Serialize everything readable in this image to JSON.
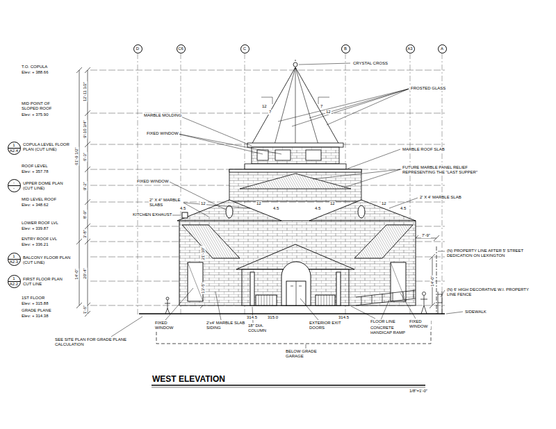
{
  "diagram": {
    "title": "WEST ELEVATION",
    "nodes": [
      {
        "text": [
          "D"
        ]
      },
      {
        "text": [
          "C6"
        ]
      },
      {
        "text": [
          "C"
        ]
      },
      {
        "text": [
          "B"
        ]
      },
      {
        "text": [
          "A3"
        ]
      },
      {
        "text": [
          "A"
        ]
      },
      {
        "text": [
          "1",
          "A2.4"
        ]
      },
      {
        "text": [
          "-",
          "-"
        ]
      },
      {
        "text": [
          "1",
          "A2.3"
        ]
      },
      {
        "text": [
          "1",
          "A2.2"
        ]
      }
    ],
    "labels": [
      "T.O. COPULA",
      "Elev: + 388.66",
      "MID POINT OF SLOPED ROOF",
      "Elev: + 375.90",
      "COPULA LEVEL FLOOR PLAN (CUT LINE)",
      "ROOF LEVEL",
      "Elev: + 357.78",
      "UPPER DOME PLAN (CUT LINE)",
      "MID LEVEL ROOF",
      "Elev: + 348.62",
      "LOWER ROOF LVL",
      "Elev: + 339.87",
      "ENTRY ROOF LVL",
      "Elev: + 336.21",
      "BALCONY FLOOR PLAN (CUT LINE)",
      "FIRST FLOOR PLAN CUT LINE",
      "1ST FLOOR",
      "Elev: + 315.88",
      "GRADE PLANE",
      "Elev: + 314.38",
      "12'-11 1/2\"",
      "9'-10 3/4\"",
      "6'-3\"",
      "9'-2\"",
      "8'-9\"",
      "3'-8\"",
      "20'-4\"",
      "1'-6\"",
      "61'-9 1/2\"",
      "14'-0\"",
      "CRYSTAL CROSS",
      "FROSTED GLASS",
      "12",
      "7",
      "7",
      "12",
      "MARBLE MOLDING",
      "FIXED WINDOW",
      "MARBLE ROOF SLAB",
      "FUTURE MARBLE PANEL RELIEF REPRESENTING THE \"LAST SUPPER\"",
      "FIXED WINDOW",
      "2\" X 4\" MARBLE SLABS",
      "KITCHEN EXHAUST",
      "2' X 4' MARBLE SLAB",
      "4.5",
      "12",
      "12",
      "4.5",
      "12",
      "4.5",
      "12",
      "4.5",
      "7'-9\"",
      "(N) PROPERTY LINE AFTER 5' STREET DEDICATION ON LEXINGTON",
      "21'-10\"",
      "13'-5\"",
      "14'-0\"",
      "(N) 6' HIGH DECORATIVE W.I. PROPERTY LINE FENCE",
      "SIDEWALK",
      "FIXED WINDOW",
      "2'x4' MARBLE SLAB SIDING",
      "18\" DIA. COLUMN",
      "314.5",
      "315.0",
      "EXTERIOR EXIT DOORS",
      "314.5",
      "FLOOR LINE",
      "CONCRETE HANDICAP RAMP",
      "FIXED WINDOW",
      "SEE SITE PLAN FOR GRADE PLANE CALCULATION",
      "BELOW GRADE GARAGE",
      "1/8\"=1'-0\""
    ]
  }
}
